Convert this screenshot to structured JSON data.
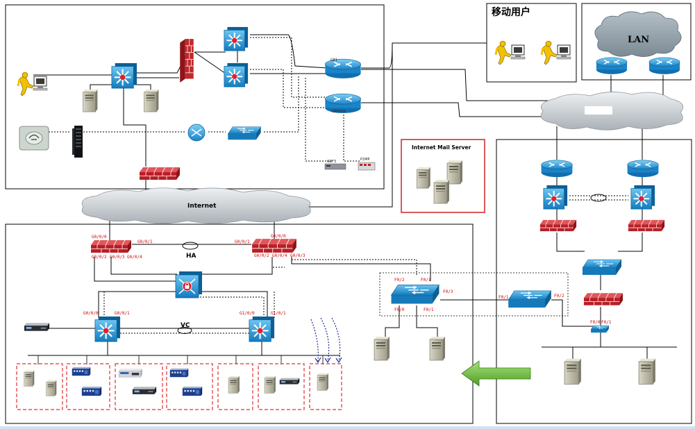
{
  "labels": {
    "mobile_users": "移动用户",
    "lan": "LAN",
    "internet": "Internet",
    "mail_server": "Internet Mail Server",
    "ha": "HA",
    "vc": "VC",
    "top_devices_a": "GEF3",
    "top_devices_b": "P2MP"
  },
  "ports": {
    "fw_left_top1": "G0/0/0",
    "fw_left_top2": "G0/0/1",
    "fw_left_bot1": "G0/0/2",
    "fw_left_bot2": "G0/0/3",
    "fw_left_bot3": "G0/0/4",
    "fw_right_top1": "G0/0/1",
    "fw_right_top2": "G0/0/0",
    "fw_right_bot1": "G0/0/2",
    "fw_right_bot2": "G0/0/4",
    "fw_right_bot3": "G0/0/3",
    "core_left1": "G0/0/0",
    "core_left2": "G0/0/1",
    "core_right1": "G1/0/0",
    "core_right2": "G1/0/1",
    "sw_mid1": "F0/2",
    "sw_mid2": "F0/1",
    "sw_mid3": "F0/3",
    "sw_mid4": "F0/0",
    "sw_right1": "F0/1",
    "sw_right2": "F0/2",
    "sw_bottom1": "F0/0",
    "sw_bottom2": "F0/1"
  },
  "colors": {
    "frame": "#000000",
    "mail_frame": "#cc2222",
    "switch": "#1f93d6",
    "router": "#2a9ad8",
    "firewall": "#c0282d",
    "cloud": "#b9bfc4",
    "arrow": "#6abf3a",
    "dashed_group": "#e03030"
  },
  "icons": [
    "router-icon",
    "switch-icon",
    "firewall-icon",
    "server-icon",
    "user-icon",
    "phone-icon",
    "cloud-icon",
    "arrow-icon",
    "lock-icon"
  ]
}
